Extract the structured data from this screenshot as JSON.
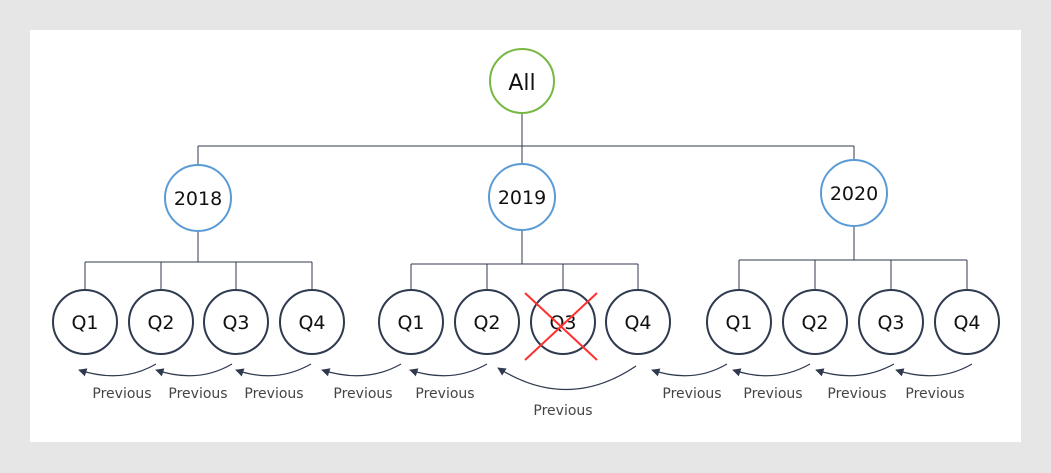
{
  "root": {
    "label": "All"
  },
  "years": [
    {
      "label": "2018",
      "quarters": [
        "Q1",
        "Q2",
        "Q3",
        "Q4"
      ]
    },
    {
      "label": "2019",
      "quarters": [
        "Q1",
        "Q2",
        "Q3",
        "Q4"
      ]
    },
    {
      "label": "2020",
      "quarters": [
        "Q1",
        "Q2",
        "Q3",
        "Q4"
      ]
    }
  ],
  "crossed_out": "2019 Q3",
  "arrow_label": "Previous",
  "colors": {
    "root_border": "#77b843",
    "year_border": "#5b9bd5",
    "quarter_border": "#2f3a4f",
    "connector": "#2f3a4f",
    "cross": "#ff2f2f"
  }
}
